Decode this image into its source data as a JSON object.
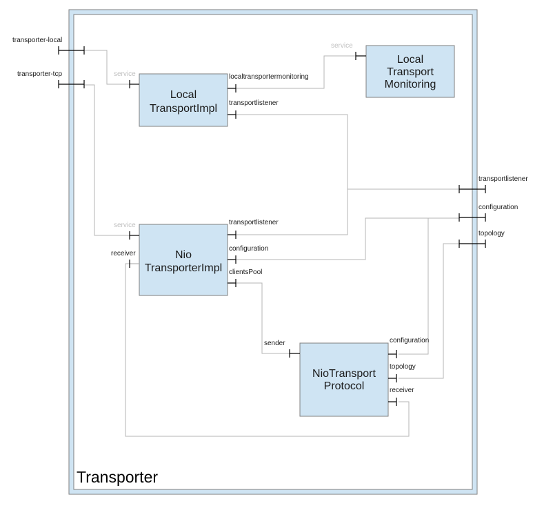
{
  "composite": {
    "title": "Transporter",
    "frame_color": "#cfe4f3",
    "external_ports_left": [
      "transporter-local",
      "transporter-tcp"
    ],
    "external_ports_right": [
      "transportlistener",
      "configuration",
      "topology"
    ]
  },
  "components": [
    {
      "id": "local-transport-impl",
      "lines": [
        "Local",
        "TransportImpl"
      ],
      "ports": {
        "service": "service",
        "p1": "localtransportermonitoring",
        "p2": "transportlistener"
      }
    },
    {
      "id": "local-transport-monitoring",
      "lines": [
        "Local",
        "Transport",
        "Monitoring"
      ],
      "ports": {
        "service": "service"
      }
    },
    {
      "id": "nio-transporter-impl",
      "lines": [
        "Nio",
        "TransporterImpl"
      ],
      "ports": {
        "service": "service",
        "receiver": "receiver",
        "p1": "transportlistener",
        "p2": "configuration",
        "p3": "clientsPool"
      }
    },
    {
      "id": "nio-transport-protocol",
      "lines": [
        "NioTransport",
        "Protocol"
      ],
      "ports": {
        "sender": "sender",
        "p1": "configuration",
        "p2": "topology",
        "p3": "receiver"
      }
    }
  ]
}
